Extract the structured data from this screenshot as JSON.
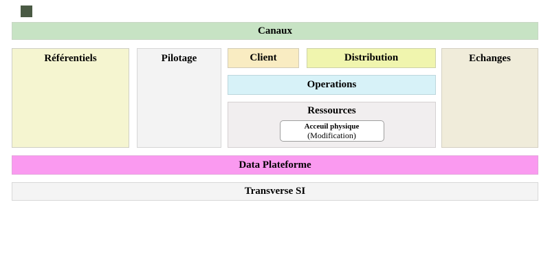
{
  "page": {
    "background": "#ffffff",
    "marker_color": "#4a5a44",
    "border_color": "#cccccc"
  },
  "layers": {
    "canaux": {
      "label": "Canaux",
      "bg": "#c7e3c4"
    },
    "referentiels": {
      "label": "Référentiels",
      "bg": "#f5f5d0"
    },
    "pilotage": {
      "label": "Pilotage",
      "bg": "#f3f3f3"
    },
    "client": {
      "label": "Client",
      "bg": "#f9ecc2"
    },
    "distribution": {
      "label": "Distribution",
      "bg": "#f0f5ae"
    },
    "operations": {
      "label": "Operations",
      "bg": "#d7f2f8"
    },
    "ressources": {
      "label": "Ressources",
      "bg": "#f1eeef",
      "item": {
        "title": "Acceuil physique",
        "subtitle": "(Modification)"
      }
    },
    "echanges": {
      "label": "Echanges",
      "bg": "#f0ecda"
    },
    "data_plateforme": {
      "label": "Data Plateforme",
      "bg": "#fa9af0"
    },
    "transverse_si": {
      "label": "Transverse SI",
      "bg": "#f4f4f4"
    }
  }
}
